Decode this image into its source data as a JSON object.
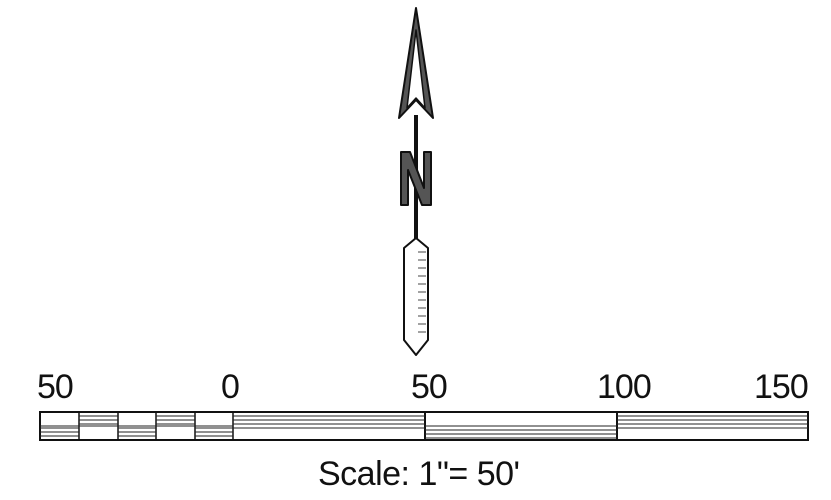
{
  "north_arrow": {
    "letter": "N"
  },
  "scale_bar": {
    "tick_labels": [
      "50",
      "0",
      "50",
      "100",
      "150"
    ],
    "caption": "Scale: 1\"= 50'"
  }
}
